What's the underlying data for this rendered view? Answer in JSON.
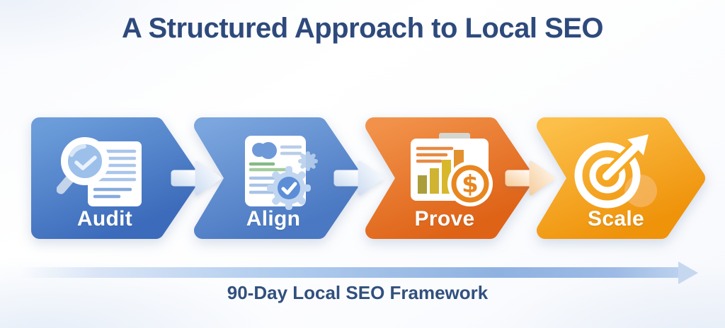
{
  "title": "A Structured Approach to Local SEO",
  "steps": [
    {
      "label": "Audit",
      "icon": "magnifier-document-icon",
      "color_start": "#6C9DDA",
      "color_end": "#3C6BBB"
    },
    {
      "label": "Align",
      "icon": "document-gear-check-icon",
      "color_start": "#7BA6DE",
      "color_end": "#4A78C2"
    },
    {
      "label": "Prove",
      "icon": "bar-chart-dollar-icon",
      "color_start": "#F2924A",
      "color_end": "#DE6317"
    },
    {
      "label": "Scale",
      "icon": "target-arrow-icon",
      "color_start": "#FCC04A",
      "color_end": "#EF930B"
    }
  ],
  "footer": {
    "label": "90-Day Local SEO Framework"
  },
  "colors": {
    "title_text": "#2E4A7C",
    "step_label_text": "#FFFFFF",
    "footer_text": "#31507E",
    "timeline_start": "#D9E5F6",
    "timeline_end": "#8FB2E1",
    "connector_blue": "#CFDEF2",
    "connector_orange": "#F6CFA0",
    "background": "#FFFFFF"
  }
}
